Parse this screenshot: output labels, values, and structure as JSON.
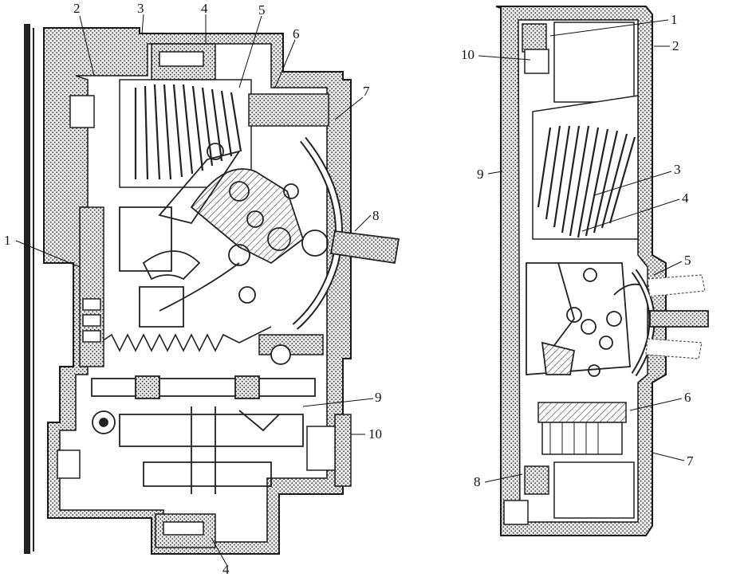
{
  "left_view": {
    "callouts": [
      "1",
      "2",
      "3",
      "4",
      "5",
      "6",
      "7",
      "8",
      "9",
      "10",
      "4"
    ]
  },
  "right_view": {
    "callouts": [
      "1",
      "2",
      "10",
      "9",
      "3",
      "4",
      "5",
      "6",
      "7",
      "8"
    ]
  },
  "colors": {
    "ink": "#1a1a1a",
    "hatch": "#555555",
    "paper": "#ffffff"
  }
}
